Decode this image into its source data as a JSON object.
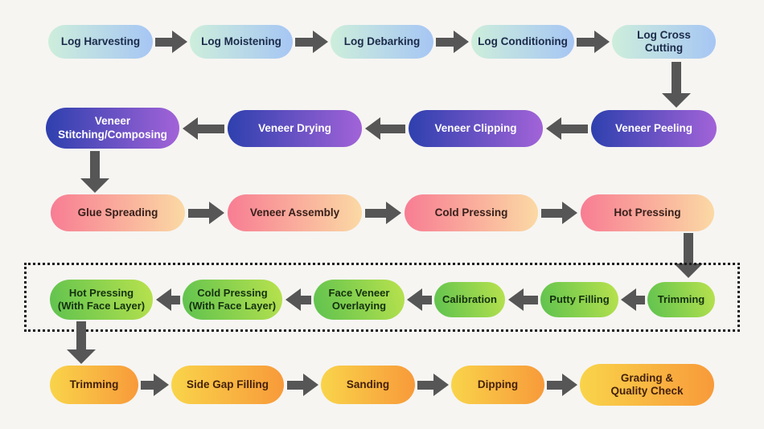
{
  "rows": [
    {
      "direction": "right",
      "labels": [
        "Log Harvesting",
        "Log Moistening",
        "Log Debarking",
        "Log Conditioning",
        "Log Cross Cutting"
      ]
    },
    {
      "direction": "left",
      "labels": [
        "Veneer Peeling",
        "Veneer Clipping",
        "Veneer Drying",
        "Veneer\nStitching/Composing"
      ]
    },
    {
      "direction": "right",
      "labels": [
        "Glue Spreading",
        "Veneer Assembly",
        "Cold Pressing",
        "Hot Pressing"
      ]
    },
    {
      "direction": "left",
      "labels": [
        "Trimming",
        "Putty Filling",
        "Calibration",
        "Face Veneer\nOverlaying",
        "Cold Pressing\n(With Face Layer)",
        "Hot Pressing\n(With Face Layer)"
      ]
    },
    {
      "direction": "right",
      "labels": [
        "Trimming",
        "Side Gap Filling",
        "Sanding",
        "Dipping",
        "Grading &\nQuality Check"
      ]
    }
  ],
  "colors": {
    "background": "#f6f5f2",
    "arrow": "#565656",
    "dotted-border": "#1c1c1c",
    "log-from": "#cdeedb",
    "log-to": "#a6c6f4",
    "log-text": "#1c2b4a",
    "veneer-from": "#2e40ae",
    "veneer-to": "#a263d8",
    "veneer-text": "#ffffff",
    "pressing-from": "#f87d93",
    "pressing-to": "#fbd9a4",
    "pressing-text": "#38201b",
    "face-from": "#5ec24f",
    "face-to": "#b9e24d",
    "face-text": "#14310f",
    "finishing-from": "#f9d44a",
    "finishing-to": "#f89a3a",
    "finishing-text": "#45210a"
  }
}
